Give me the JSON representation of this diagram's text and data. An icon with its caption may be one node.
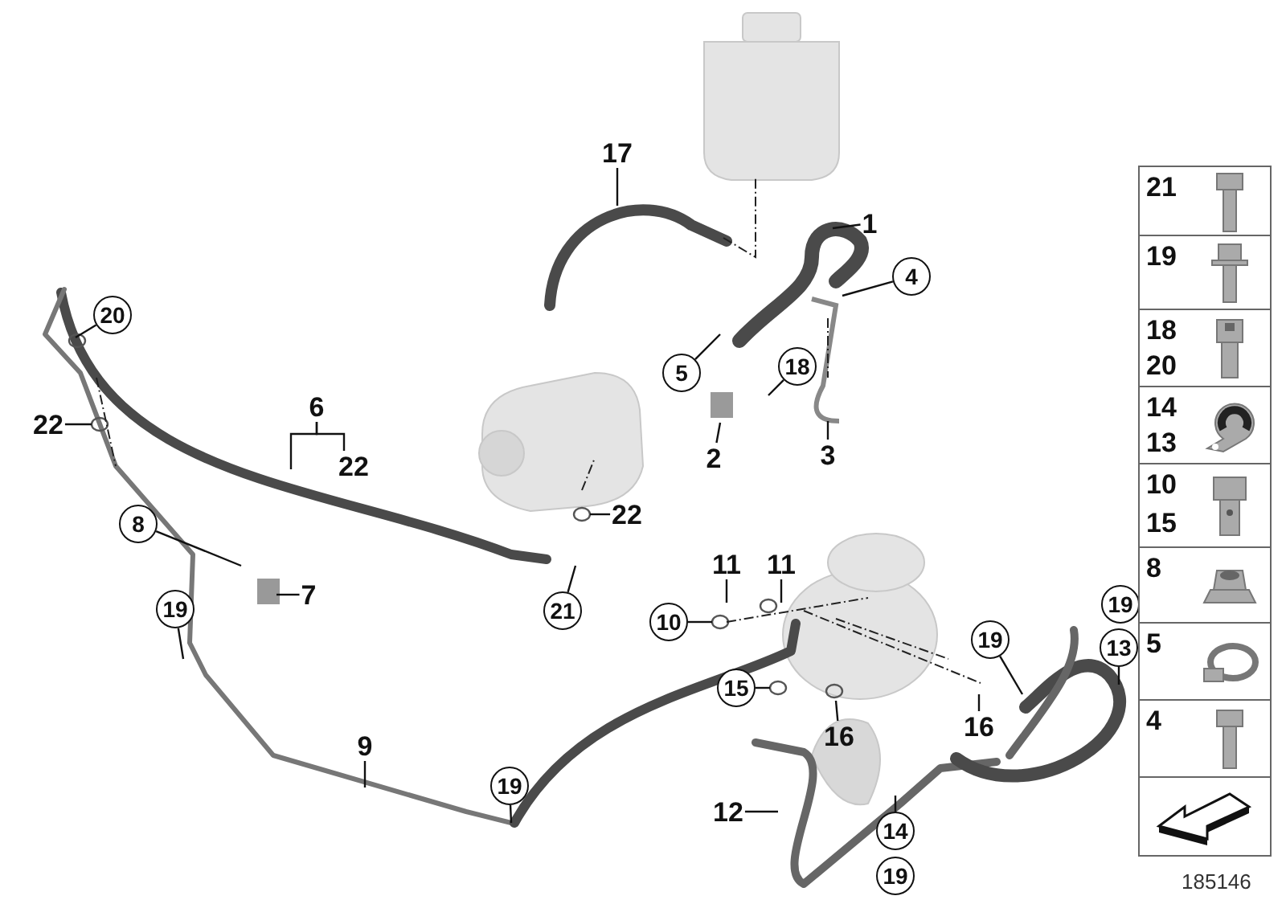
{
  "diagram": {
    "nodes": [
      {
        "text": [
          "17"
        ]
      },
      {
        "text": [
          "1"
        ]
      },
      {
        "text": [
          "4"
        ]
      },
      {
        "text": [
          "5"
        ]
      },
      {
        "text": [
          "18"
        ]
      },
      {
        "text": [
          "2"
        ]
      },
      {
        "text": [
          "3"
        ]
      },
      {
        "text": [
          "20"
        ]
      },
      {
        "text": [
          "22"
        ]
      },
      {
        "text": [
          "6"
        ]
      },
      {
        "text": [
          "22"
        ]
      },
      {
        "text": [
          "22"
        ]
      },
      {
        "text": [
          "21"
        ]
      },
      {
        "text": [
          "8"
        ]
      },
      {
        "text": [
          "7"
        ]
      },
      {
        "text": [
          "19"
        ]
      },
      {
        "text": [
          "9"
        ]
      },
      {
        "text": [
          "19"
        ]
      },
      {
        "text": [
          "11"
        ]
      },
      {
        "text": [
          "11"
        ]
      },
      {
        "text": [
          "10"
        ]
      },
      {
        "text": [
          "15"
        ]
      },
      {
        "text": [
          "16"
        ]
      },
      {
        "text": [
          "16"
        ]
      },
      {
        "text": [
          "19"
        ]
      },
      {
        "text": [
          "13"
        ]
      },
      {
        "text": [
          "14"
        ]
      },
      {
        "text": [
          "12"
        ]
      },
      {
        "text": [
          "19"
        ]
      },
      {
        "text": [
          "19"
        ]
      }
    ],
    "edges": [
      {
        "from": 0,
        "to": null,
        "arrow": "none"
      },
      {
        "from": 1,
        "to": null,
        "arrow": "none"
      },
      {
        "from": 2,
        "to": null,
        "arrow": "none"
      },
      {
        "from": 3,
        "to": null,
        "arrow": "none"
      },
      {
        "from": 4,
        "to": null,
        "arrow": "none"
      },
      {
        "from": 5,
        "to": null,
        "arrow": "none"
      },
      {
        "from": 6,
        "to": null,
        "arrow": "none"
      },
      {
        "from": 7,
        "to": null,
        "arrow": "none"
      },
      {
        "from": 8,
        "to": null,
        "arrow": "none"
      },
      {
        "from": 9,
        "to": null,
        "arrow": "none"
      },
      {
        "from": 9,
        "to": 10,
        "arrow": "none"
      },
      {
        "from": 11,
        "to": null,
        "arrow": "none"
      },
      {
        "from": 12,
        "to": null,
        "arrow": "none"
      },
      {
        "from": 13,
        "to": null,
        "arrow": "none"
      },
      {
        "from": 14,
        "to": null,
        "arrow": "none"
      },
      {
        "from": 15,
        "to": null,
        "arrow": "none"
      },
      {
        "from": 16,
        "to": null,
        "arrow": "none"
      },
      {
        "from": 17,
        "to": null,
        "arrow": "none"
      },
      {
        "from": 18,
        "to": null,
        "arrow": "none"
      },
      {
        "from": 19,
        "to": null,
        "arrow": "none"
      },
      {
        "from": 20,
        "to": null,
        "arrow": "none"
      },
      {
        "from": 21,
        "to": null,
        "arrow": "none"
      },
      {
        "from": 22,
        "to": null,
        "arrow": "none"
      },
      {
        "from": 23,
        "to": null,
        "arrow": "none"
      },
      {
        "from": 24,
        "to": null,
        "arrow": "none"
      },
      {
        "from": 25,
        "to": null,
        "arrow": "none"
      },
      {
        "from": 26,
        "to": null,
        "arrow": "none"
      },
      {
        "from": 27,
        "to": null,
        "arrow": "none"
      }
    ],
    "labels": [
      "21",
      "19",
      "18",
      "20",
      "14",
      "13",
      "10",
      "15",
      "8",
      "5",
      "4",
      "185146"
    ]
  }
}
